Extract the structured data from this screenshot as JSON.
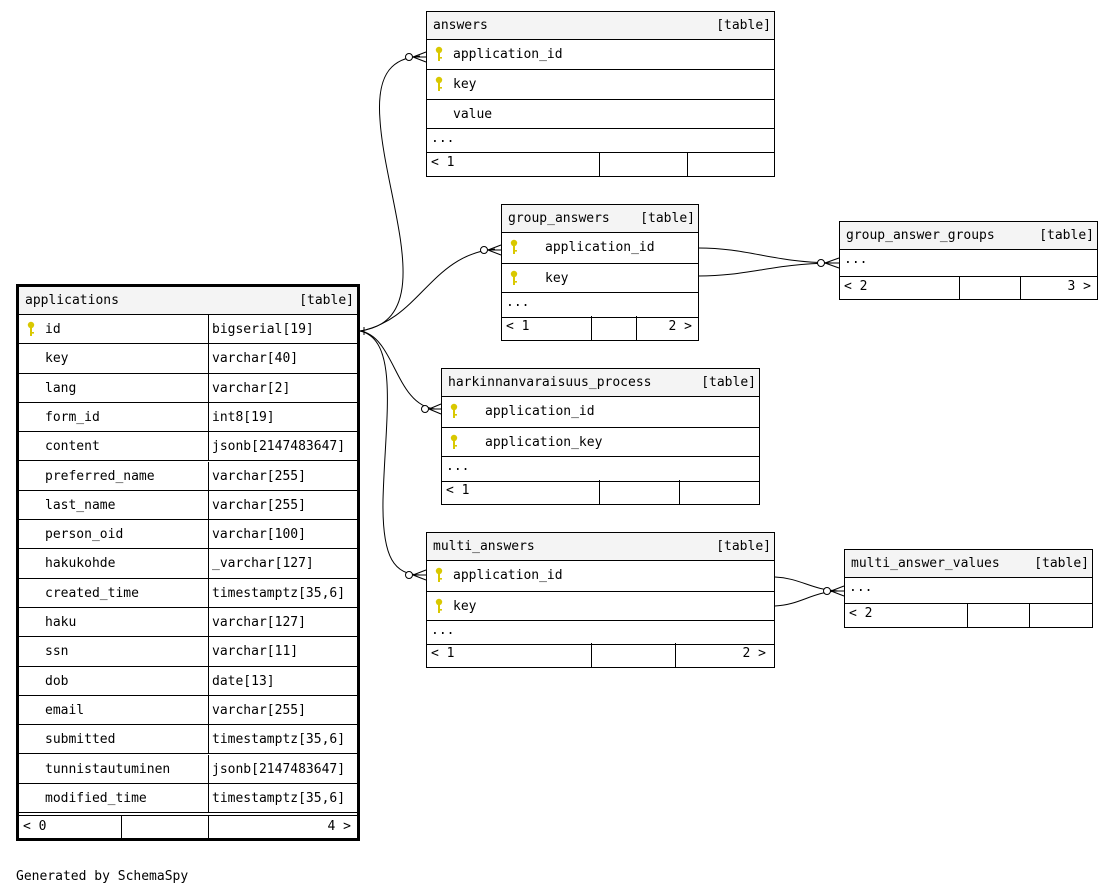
{
  "credit": "Generated by SchemaSpy",
  "tables": {
    "applications": {
      "name": "applications",
      "kind": "[table]",
      "columns": [
        {
          "name": "id",
          "type": "bigserial[19]",
          "pk": true
        },
        {
          "name": "key",
          "type": "varchar[40]"
        },
        {
          "name": "lang",
          "type": "varchar[2]"
        },
        {
          "name": "form_id",
          "type": "int8[19]"
        },
        {
          "name": "content",
          "type": "jsonb[2147483647]"
        },
        {
          "name": "preferred_name",
          "type": "varchar[255]"
        },
        {
          "name": "last_name",
          "type": "varchar[255]"
        },
        {
          "name": "person_oid",
          "type": "varchar[100]"
        },
        {
          "name": "hakukohde",
          "type": "_varchar[127]"
        },
        {
          "name": "created_time",
          "type": "timestamptz[35,6]"
        },
        {
          "name": "haku",
          "type": "varchar[127]"
        },
        {
          "name": "ssn",
          "type": "varchar[11]"
        },
        {
          "name": "dob",
          "type": "date[13]"
        },
        {
          "name": "email",
          "type": "varchar[255]"
        },
        {
          "name": "submitted",
          "type": "timestamptz[35,6]"
        },
        {
          "name": "tunnistautuminen",
          "type": "jsonb[2147483647]"
        },
        {
          "name": "modified_time",
          "type": "timestamptz[35,6]"
        }
      ],
      "footer_left": "< 0",
      "footer_right": "4 >"
    },
    "answers": {
      "name": "answers",
      "kind": "[table]",
      "columns": [
        {
          "name": "application_id",
          "pk": true
        },
        {
          "name": "key",
          "pk": true
        },
        {
          "name": "value"
        }
      ],
      "more": "...",
      "footer_left": "< 1"
    },
    "group_answers": {
      "name": "group_answers",
      "kind": "[table]",
      "columns": [
        {
          "name": "application_id",
          "pk": true
        },
        {
          "name": "key",
          "pk": true
        }
      ],
      "more": "...",
      "footer_left": "< 1",
      "footer_right": "2 >"
    },
    "group_answer_groups": {
      "name": "group_answer_groups",
      "kind": "[table]",
      "more": "...",
      "footer_left": "< 2",
      "footer_right": "3 >"
    },
    "harkinnanvaraisuus_process": {
      "name": "harkinnanvaraisuus_process",
      "kind": "[table]",
      "columns": [
        {
          "name": "application_id",
          "pk": true
        },
        {
          "name": "application_key",
          "pk": true
        }
      ],
      "more": "...",
      "footer_left": "< 1"
    },
    "multi_answers": {
      "name": "multi_answers",
      "kind": "[table]",
      "columns": [
        {
          "name": "application_id",
          "pk": true
        },
        {
          "name": "key",
          "pk": true
        }
      ],
      "more": "...",
      "footer_left": "< 1",
      "footer_right": "2 >"
    },
    "multi_answer_values": {
      "name": "multi_answer_values",
      "kind": "[table]",
      "more": "...",
      "footer_left": "< 2"
    }
  },
  "icons": {
    "primary_key": "key-icon",
    "key_color": "#d9c800"
  }
}
